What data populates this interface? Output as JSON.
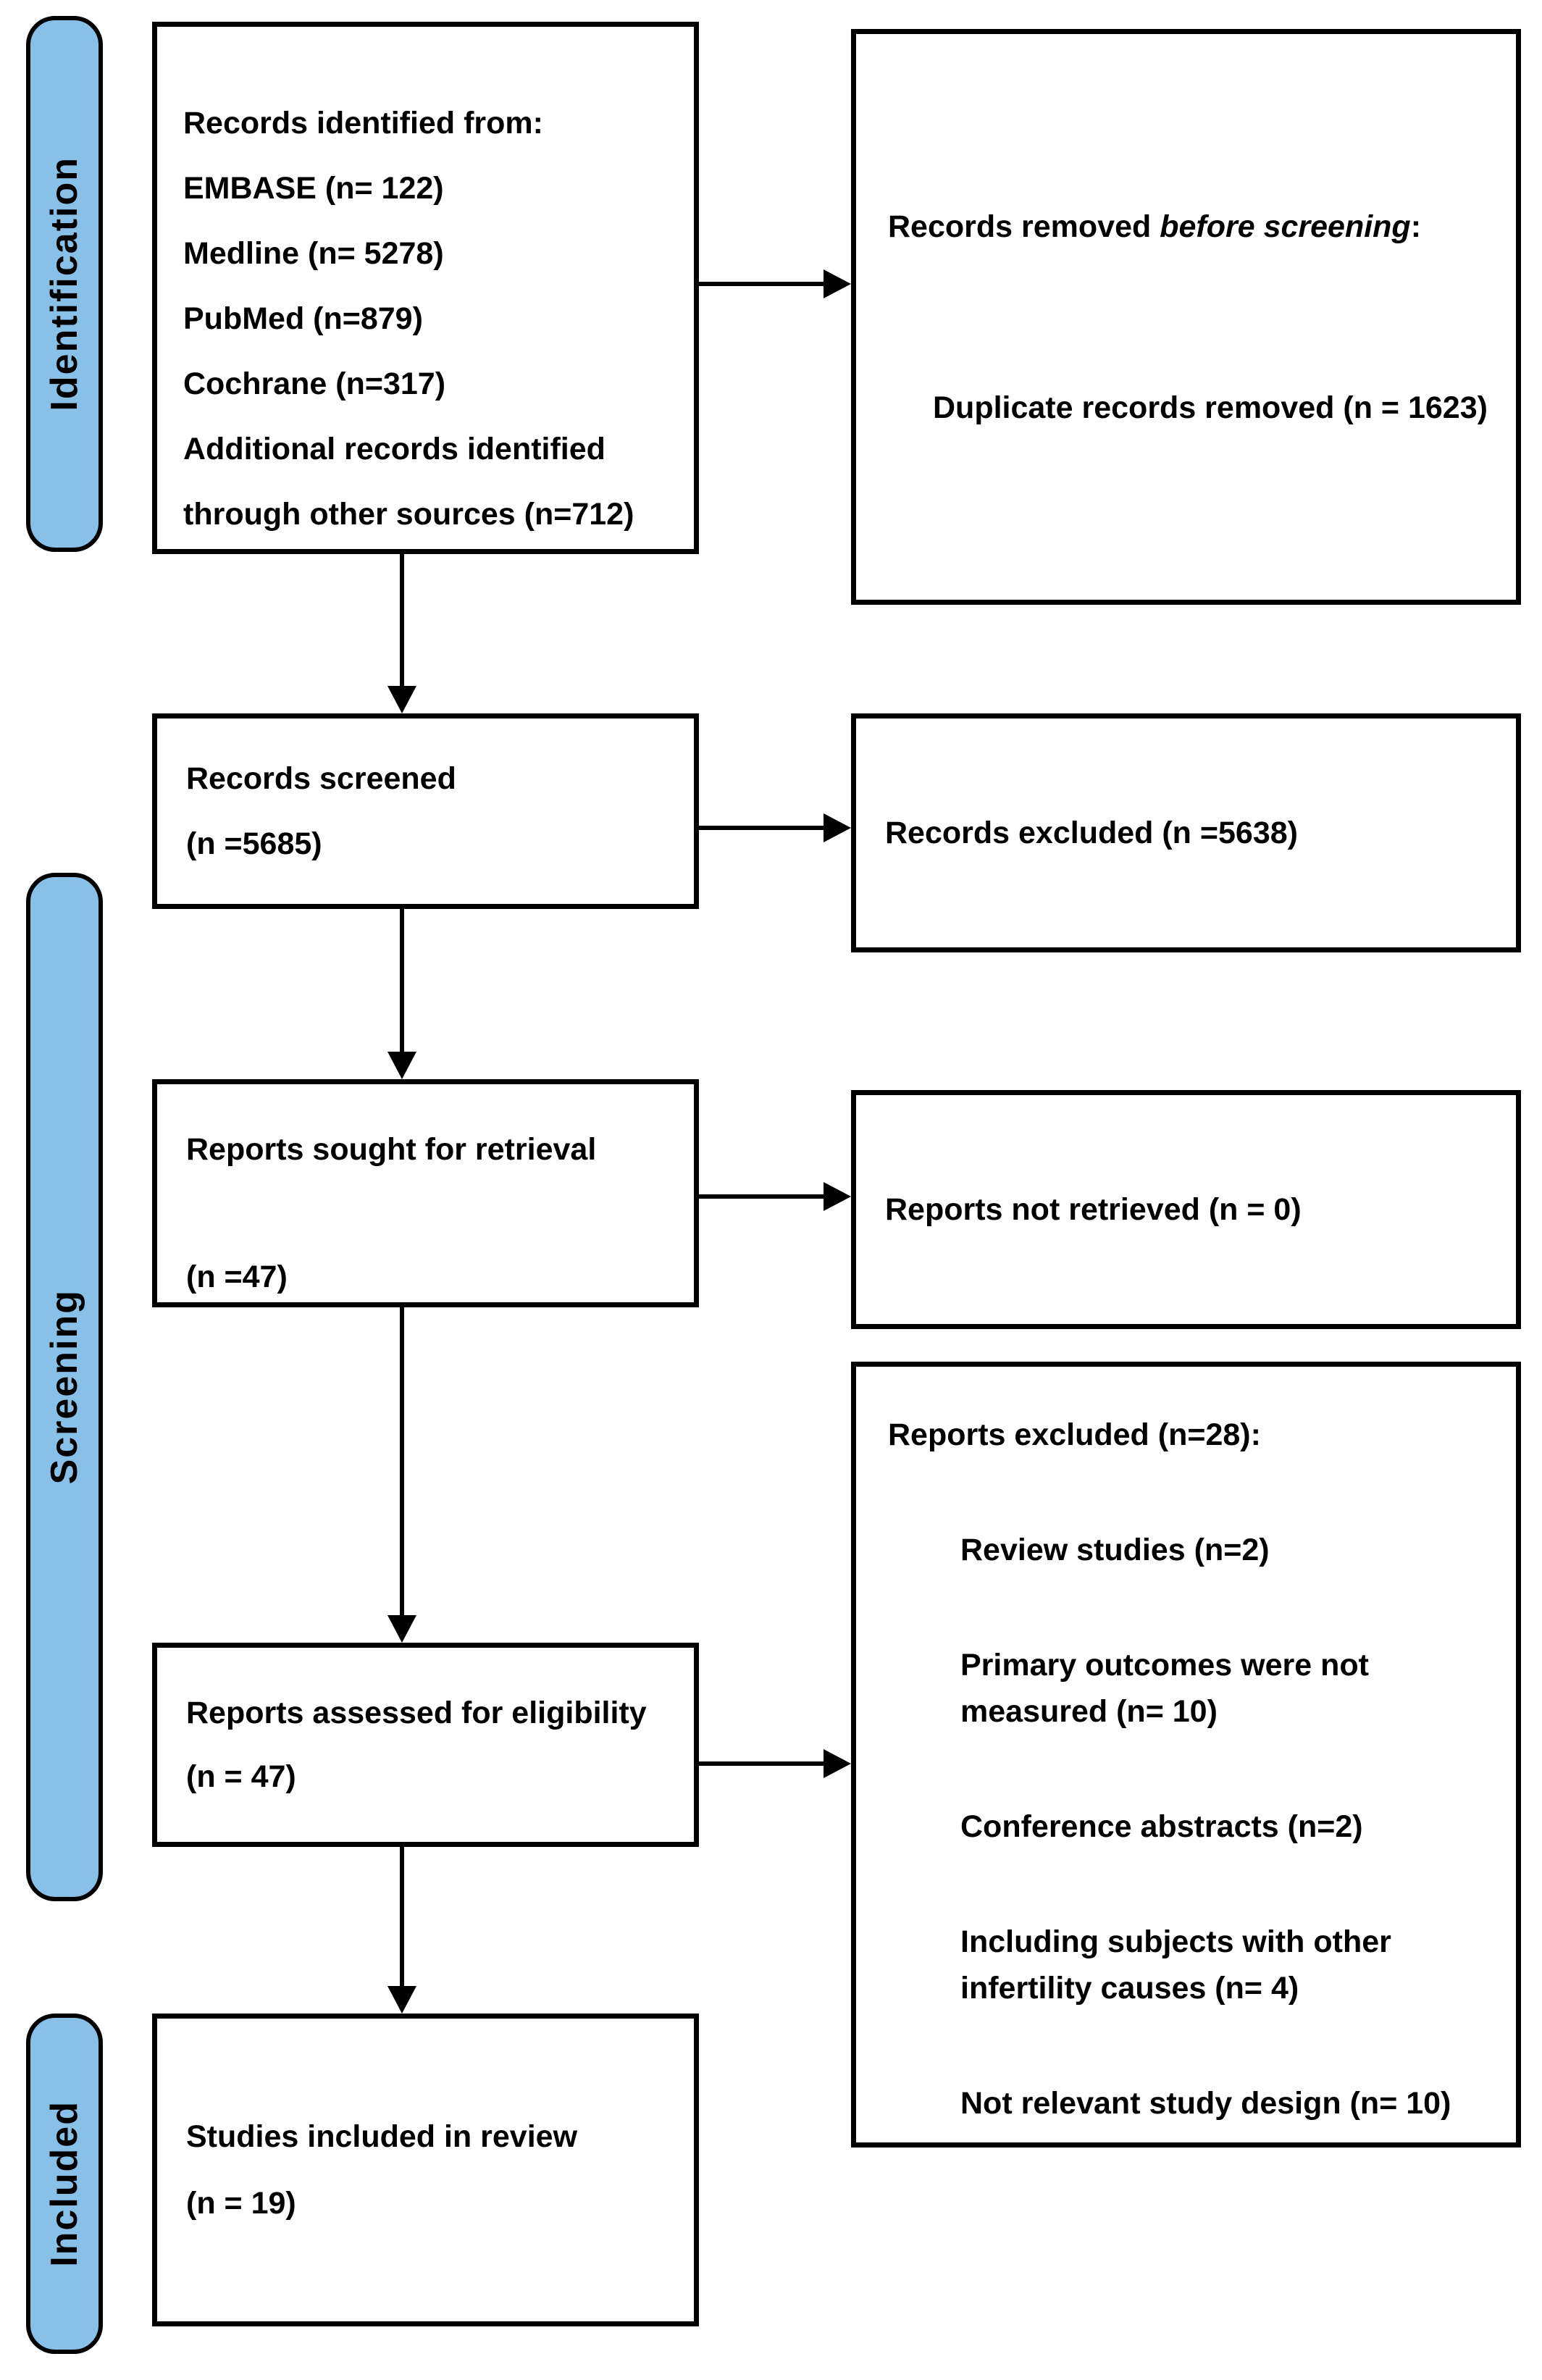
{
  "sidebar": {
    "color": "#89c0e8",
    "identification": "Identification",
    "screening": "Screening",
    "included": "Included"
  },
  "boxes": {
    "identified": {
      "lines": [
        "Records identified from:",
        "EMBASE (n= 122)",
        "Medline (n= 5278)",
        "PubMed (n=879)",
        "Cochrane (n=317)",
        "Additional records identified",
        "through other sources (n=712)"
      ]
    },
    "removed": {
      "prefix": "Records removed ",
      "emphasis": "before screening",
      "suffix": ":",
      "detail": "Duplicate records removed (n = 1623)"
    },
    "screened": {
      "lines": [
        "Records screened",
        "(n =5685)"
      ]
    },
    "excluded": {
      "label": "Records excluded (n =5638)"
    },
    "sought": {
      "lines": [
        "Reports sought for retrieval",
        "(n =47)"
      ]
    },
    "not_retrieved": {
      "label": "Reports not retrieved (n = 0)"
    },
    "assessed": {
      "lines": [
        "Reports assessed for eligibility",
        "(n = 47)"
      ]
    },
    "reports_excluded": {
      "heading": "Reports excluded (n=28):",
      "items": [
        [
          "Review studies (n=2)"
        ],
        [
          "Primary outcomes were not",
          "measured (n= 10)"
        ],
        [
          "Conference abstracts (n=2)"
        ],
        [
          "Including subjects with other",
          "infertility causes (n= 4)"
        ],
        [
          "Not relevant study design (n= 10)"
        ]
      ]
    },
    "included_studies": {
      "lines": [
        "Studies included in review",
        "(n = 19)"
      ]
    }
  }
}
